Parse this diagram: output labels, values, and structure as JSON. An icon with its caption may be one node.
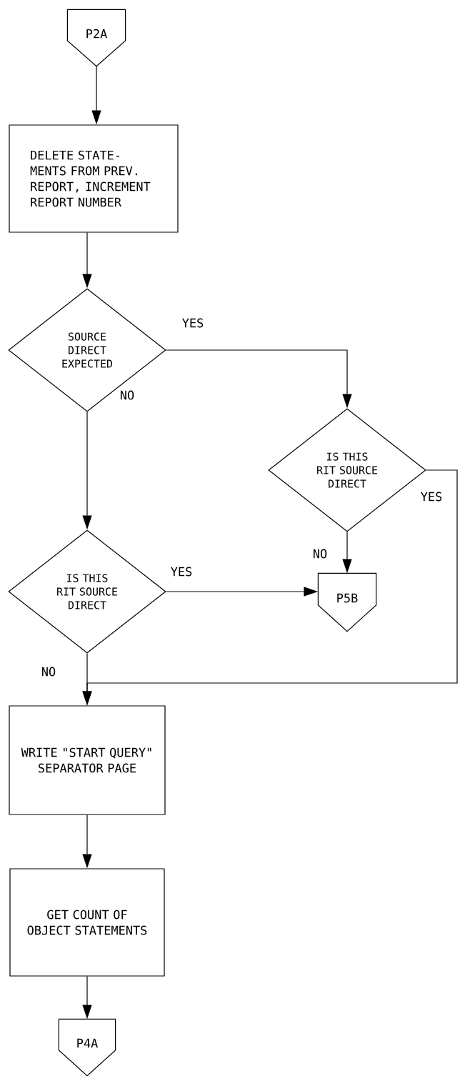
{
  "diagram": {
    "nodes": [
      {
        "text": [
          "P2A"
        ]
      },
      {
        "text": [
          "DELETE STATE- MENTS FROM PREV. REPORT, INCREMENT REPORT NUMBER"
        ]
      },
      {
        "text": [
          "SOURCE DIRECT EXPECTED"
        ]
      },
      {
        "text": [
          "IS THIS RIT SOURCE DIRECT"
        ]
      },
      {
        "text": [
          "IS THIS RIT SOURCE DIRECT"
        ]
      },
      {
        "text": [
          "P5B"
        ]
      },
      {
        "text": [
          "WRITE \"START QUERY\" SEPARATOR PAGE"
        ]
      },
      {
        "text": [
          "GET COUNT OF OBJECT STATEMENTS"
        ]
      },
      {
        "text": [
          "P4A"
        ]
      }
    ],
    "edges": [
      {
        "from": 0,
        "to": 1,
        "arrow": "to"
      },
      {
        "from": 1,
        "to": 2,
        "arrow": "to"
      },
      {
        "from": 2,
        "to": 3,
        "arrow": "to",
        "label": "YES"
      },
      {
        "from": 2,
        "to": 4,
        "arrow": "to",
        "label": "NO"
      },
      {
        "from": 4,
        "to": 5,
        "arrow": "to",
        "label": "YES"
      },
      {
        "from": 3,
        "to": 5,
        "arrow": "to",
        "label": "NO"
      },
      {
        "from": 3,
        "to": 6,
        "arrow": "to",
        "label": "YES"
      },
      {
        "from": 4,
        "to": 6,
        "arrow": "to",
        "label": "NO"
      },
      {
        "from": 6,
        "to": 7,
        "arrow": "to"
      },
      {
        "from": 7,
        "to": 8,
        "arrow": "to"
      }
    ]
  }
}
